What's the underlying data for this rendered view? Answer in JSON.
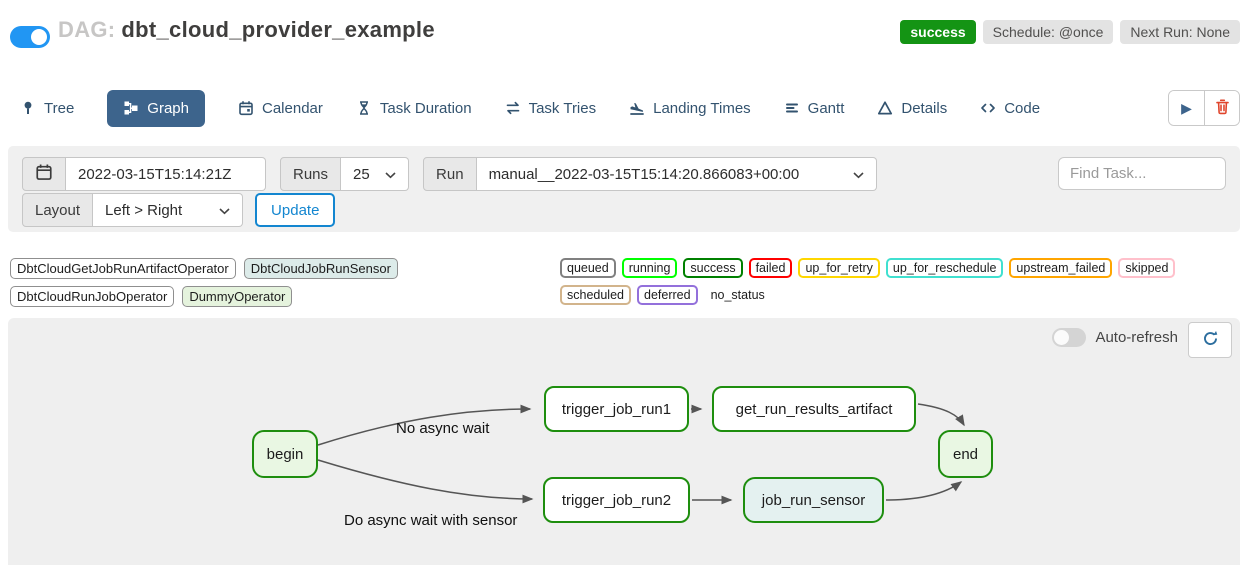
{
  "header": {
    "dag_prefix": "DAG:",
    "dag_title": "dbt_cloud_provider_example",
    "status_badge": "success",
    "schedule_badge": "Schedule: @once",
    "next_run_badge": "Next Run: None"
  },
  "tabs": [
    {
      "label": "Tree",
      "icon": "tree-icon",
      "active": false
    },
    {
      "label": "Graph",
      "icon": "graph-icon",
      "active": true
    },
    {
      "label": "Calendar",
      "icon": "calendar-icon",
      "active": false
    },
    {
      "label": "Task Duration",
      "icon": "hourglass-icon",
      "active": false
    },
    {
      "label": "Task Tries",
      "icon": "repeat-icon",
      "active": false
    },
    {
      "label": "Landing Times",
      "icon": "plane-landing-icon",
      "active": false
    },
    {
      "label": "Gantt",
      "icon": "gantt-icon",
      "active": false
    },
    {
      "label": "Details",
      "icon": "warning-triangle-icon",
      "active": false
    },
    {
      "label": "Code",
      "icon": "code-icon",
      "active": false
    }
  ],
  "actions": {
    "play_icon": "play-icon",
    "delete_icon": "trash-icon"
  },
  "filters": {
    "base_date_value": "2022-03-15T15:14:21Z",
    "runs_label": "Runs",
    "runs_value": "25",
    "run_label": "Run",
    "run_value": "manual__2022-03-15T15:14:20.866083+00:00",
    "find_task_placeholder": "Find Task...",
    "layout_label": "Layout",
    "layout_value": "Left > Right",
    "update_label": "Update"
  },
  "legend": {
    "operators": [
      {
        "label": "DbtCloudGetJobRunArtifactOperator",
        "bg": "#ffffff"
      },
      {
        "label": "DbtCloudJobRunSensor",
        "bg": "#dcebe9"
      },
      {
        "label": "DbtCloudRunJobOperator",
        "bg": "#ffffff"
      },
      {
        "label": "DummyOperator",
        "bg": "#e5f3dd"
      }
    ],
    "statuses": [
      {
        "label": "queued",
        "color": "#808080"
      },
      {
        "label": "running",
        "color": "#00ff00"
      },
      {
        "label": "success",
        "color": "#008000"
      },
      {
        "label": "failed",
        "color": "#ff0000"
      },
      {
        "label": "up_for_retry",
        "color": "#ffd700"
      },
      {
        "label": "up_for_reschedule",
        "color": "#40e0d0"
      },
      {
        "label": "upstream_failed",
        "color": "#ffa500"
      },
      {
        "label": "skipped",
        "color": "#ffc0cb"
      },
      {
        "label": "scheduled",
        "color": "#d2b48c"
      },
      {
        "label": "deferred",
        "color": "#9370db"
      },
      {
        "label": "no_status",
        "color": "transparent"
      }
    ]
  },
  "graph": {
    "auto_refresh_label": "Auto-refresh",
    "auto_refresh_on": false,
    "refresh_icon": "refresh-icon",
    "node_border_color": "#1e8e0e",
    "nodes": [
      {
        "id": "begin",
        "label": "begin",
        "bg": "#e9f7e3"
      },
      {
        "id": "trigger_job_run1",
        "label": "trigger_job_run1",
        "bg": "#ffffff"
      },
      {
        "id": "get_run_results_artifact",
        "label": "get_run_results_artifact",
        "bg": "#ffffff"
      },
      {
        "id": "trigger_job_run2",
        "label": "trigger_job_run2",
        "bg": "#ffffff"
      },
      {
        "id": "job_run_sensor",
        "label": "job_run_sensor",
        "bg": "#e4f1f0"
      },
      {
        "id": "end",
        "label": "end",
        "bg": "#e9f7e3"
      }
    ],
    "edge_labels": [
      "No async wait",
      "Do async wait with sensor"
    ],
    "edges": [
      {
        "from": "begin",
        "to": "trigger_job_run1"
      },
      {
        "from": "begin",
        "to": "trigger_job_run2"
      },
      {
        "from": "trigger_job_run1",
        "to": "get_run_results_artifact"
      },
      {
        "from": "trigger_job_run2",
        "to": "job_run_sensor"
      },
      {
        "from": "get_run_results_artifact",
        "to": "end"
      },
      {
        "from": "job_run_sensor",
        "to": "end"
      }
    ]
  },
  "colors": {
    "accent_blue": "#2196f3",
    "tab_active_bg": "#3d648c",
    "tab_text": "#33536f",
    "success_green": "#149414",
    "badge_gray_bg": "#e3e3e3",
    "panel_gray": "#f0f0f0",
    "update_blue": "#1386d0",
    "delete_red": "#e0452c",
    "edge_gray": "#555555"
  }
}
